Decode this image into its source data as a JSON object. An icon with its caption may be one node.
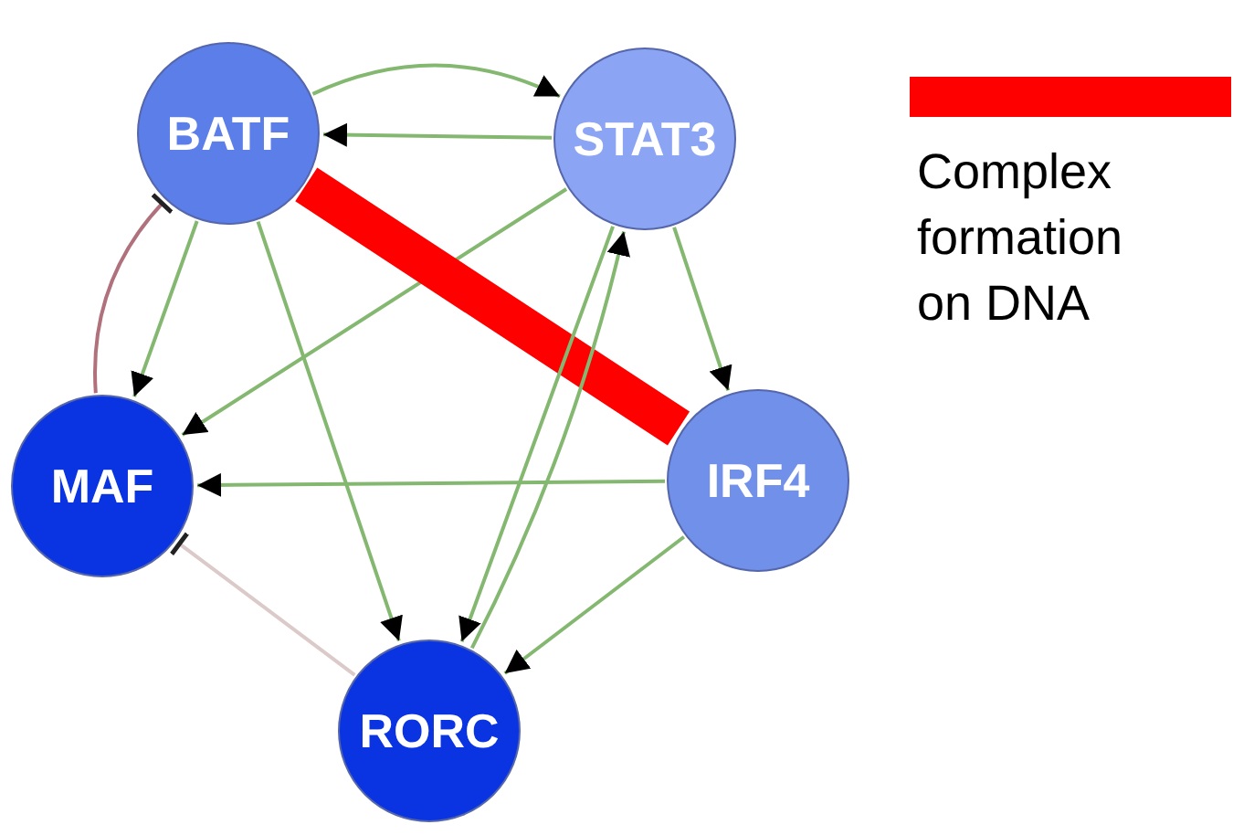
{
  "diagram": {
    "nodes": [
      {
        "text": [
          "BATF"
        ]
      },
      {
        "text": [
          "STAT3"
        ]
      },
      {
        "text": [
          "MAF"
        ]
      },
      {
        "text": [
          "IRF4"
        ]
      },
      {
        "text": [
          "RORC"
        ]
      }
    ],
    "edges": [
      {
        "from": 0,
        "to": 1,
        "arrow": "to"
      },
      {
        "from": 1,
        "to": 0,
        "arrow": "to"
      },
      {
        "from": 2,
        "to": 0,
        "arrow": "other",
        "color": "#b0707c"
      },
      {
        "from": 0,
        "to": 2,
        "arrow": "to"
      },
      {
        "from": 1,
        "to": 2,
        "arrow": "to"
      },
      {
        "from": 0,
        "to": 4,
        "arrow": "to"
      },
      {
        "from": 1,
        "to": 3,
        "arrow": "to"
      },
      {
        "from": 0,
        "to": 3,
        "arrow": "none",
        "style": "thick",
        "color": "#ff0000"
      },
      {
        "from": 1,
        "to": 4,
        "arrow": "to"
      },
      {
        "from": 4,
        "to": 1,
        "arrow": "to"
      },
      {
        "from": 3,
        "to": 2,
        "arrow": "to"
      },
      {
        "from": 3,
        "to": 4,
        "arrow": "to"
      },
      {
        "from": 4,
        "to": 2,
        "arrow": "other",
        "color": "#dccaca"
      }
    ],
    "legend": [
      {
        "text": "Complex formation on DNA",
        "color": "#ff0000"
      }
    ]
  }
}
